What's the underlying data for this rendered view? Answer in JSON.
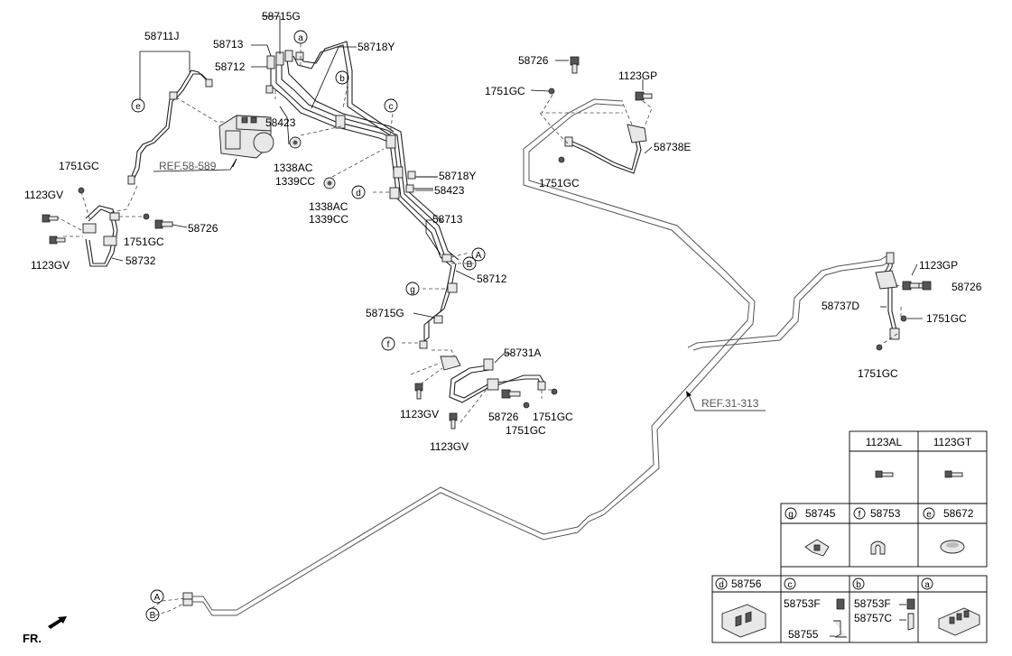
{
  "callouts": {
    "l_58711J": "58711J",
    "l_58715G_top": "58715G",
    "l_58713_top": "58713",
    "l_58712_top": "58712",
    "l_58718Y_top": "58718Y",
    "l_58423_top": "58423",
    "l_ref58589": "REF.58-589",
    "l_1338AC_1": "1338AC",
    "l_1339CC_1": "1339CC",
    "l_1338AC_2": "1338AC",
    "l_1339CC_2": "1339CC",
    "l_58718Y_mid": "58718Y",
    "l_58423_mid": "58423",
    "l_58713_mid": "58713",
    "l_58712_mid": "58712",
    "l_58715G_mid": "58715G",
    "l_1751GC_left": "1751GC",
    "l_1123GV_left1": "1123GV",
    "l_1751GC_left2": "1751GC",
    "l_58726_left": "58726",
    "l_1123GV_left2": "1123GV",
    "l_58732": "58732",
    "l_58731A": "58731A",
    "l_1123GV_c1": "1123GV",
    "l_58726_c": "58726",
    "l_1751GC_c1": "1751GC",
    "l_1751GC_c2": "1751GC",
    "l_1123GV_c2": "1123GV",
    "l_58726_tr": "58726",
    "l_1123GP_tr": "1123GP",
    "l_1751GC_tr1": "1751GC",
    "l_58738E": "58738E",
    "l_1751GC_tr2": "1751GC",
    "l_1123GP_r": "1123GP",
    "l_58737D": "58737D",
    "l_58726_r": "58726",
    "l_1751GC_r1": "1751GC",
    "l_1751GC_r2": "1751GC",
    "l_ref31313": "REF.31-313",
    "fr": "FR."
  },
  "letters": {
    "a": "a",
    "b": "b",
    "c": "c",
    "d": "d",
    "e": "e",
    "f": "f",
    "g": "g",
    "A": "A",
    "B": "B"
  },
  "legend": {
    "row1": {
      "h1": "1123AL",
      "h2": "1123GT"
    },
    "row2": {
      "g_letter": "g",
      "g_part": "58745",
      "f_letter": "f",
      "f_part": "58753",
      "e_letter": "e",
      "e_part": "58672"
    },
    "row3": {
      "d_letter": "d",
      "d_part": "58756",
      "c_letter": "c",
      "c_part1": "58753F",
      "c_part2": "58755",
      "b_letter": "b",
      "b_part1": "58753F",
      "b_part2": "58757C",
      "a_letter": "a"
    }
  }
}
